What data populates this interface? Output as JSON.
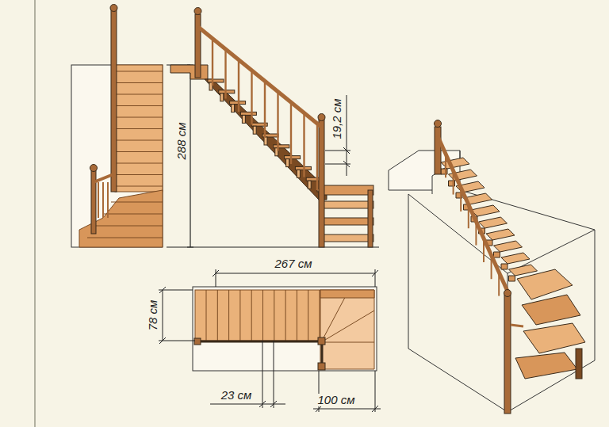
{
  "diagram": {
    "labels": [
      "288 см",
      "19,2 см",
      "267 см",
      "78 см",
      "23 см",
      "100 см"
    ]
  }
}
